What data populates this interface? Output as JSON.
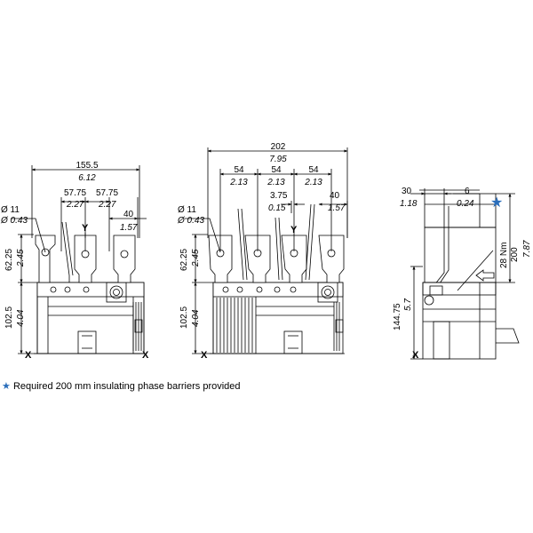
{
  "colors": {
    "accent_star": "#2a6ebb",
    "line": "#000000"
  },
  "axis_label_x": "X",
  "axis_label_y": "Y",
  "left_view": {
    "overall_mm": "155.5",
    "overall_in": "6.12",
    "hole_mm": "Ø 11",
    "hole_in": "Ø 0.43",
    "pitch_a_mm": "57.75",
    "pitch_a_in": "2.27",
    "pitch_b_mm": "57.75",
    "pitch_b_in": "2.27",
    "tab_mm": "40",
    "tab_in": "1.57",
    "term_h_mm": "62.25",
    "term_h_in": "2.45",
    "base_h_mm": "102.5",
    "base_h_in": "4.04"
  },
  "middle_view": {
    "overall_mm": "202",
    "overall_in": "7.95",
    "pitch1_mm": "54",
    "pitch1_in": "2.13",
    "pitch2_mm": "54",
    "pitch2_in": "2.13",
    "pitch3_mm": "54",
    "pitch3_in": "2.13",
    "offset_mm": "3.75",
    "offset_in": "0.15",
    "tab_mm": "40",
    "tab_in": "1.57",
    "hole_mm": "Ø 11",
    "hole_in": "Ø 0.43",
    "term_h_mm": "62.25",
    "term_h_in": "2.45",
    "base_h_mm": "102.5",
    "base_h_in": "4.04"
  },
  "side_view": {
    "depth_mm": "30",
    "depth_in": "1.18",
    "gap_mm": "6",
    "gap_in": "0.24",
    "height_mm": "200",
    "height_in": "7.87",
    "torque": "28 Nm",
    "body_h_mm": "144.75",
    "body_h_in": "5.7"
  },
  "note": {
    "star": "★",
    "text": "Required 200 mm insulating phase barriers provided"
  }
}
